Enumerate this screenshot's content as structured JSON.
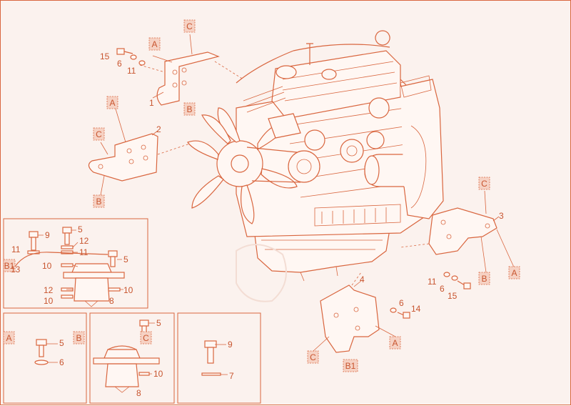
{
  "colors": {
    "line": "#d9663f",
    "tag_fill": "#f6d2c4",
    "background": "#fbf2ee"
  },
  "tags": {
    "c_top": "C",
    "a_top": "A",
    "b_top": "B",
    "a_left": "A",
    "c_left": "C",
    "b_left": "B",
    "c_right": "C",
    "b_right": "B",
    "a_right": "A",
    "a_lower": "A",
    "c_lower": "C",
    "b1_lower": "B1",
    "b1_box": "B1",
    "a_box": "A",
    "b_box": "B",
    "c_box": "C"
  },
  "parts": {
    "p15_top": "15",
    "p6_top": "6",
    "p11_top": "11",
    "p1": "1",
    "p2": "2",
    "p3": "3",
    "p4": "4",
    "p11_right": "11",
    "p6_right": "6",
    "p15_right": "15",
    "p6_lower": "6",
    "p14": "14",
    "box1_9": "9",
    "box1_5a": "5",
    "box1_12a": "12",
    "box1_11a": "11",
    "box1_11b": "11",
    "box1_5b": "5",
    "box1_13": "13",
    "box1_10a": "10",
    "box1_12b": "12",
    "box1_10b": "10",
    "box1_10c": "10",
    "box1_8": "8",
    "box2_5": "5",
    "box2_6": "6",
    "box3_5": "5",
    "box3_10": "10",
    "box3_8": "8",
    "box4_9": "9",
    "box4_7": "7"
  }
}
